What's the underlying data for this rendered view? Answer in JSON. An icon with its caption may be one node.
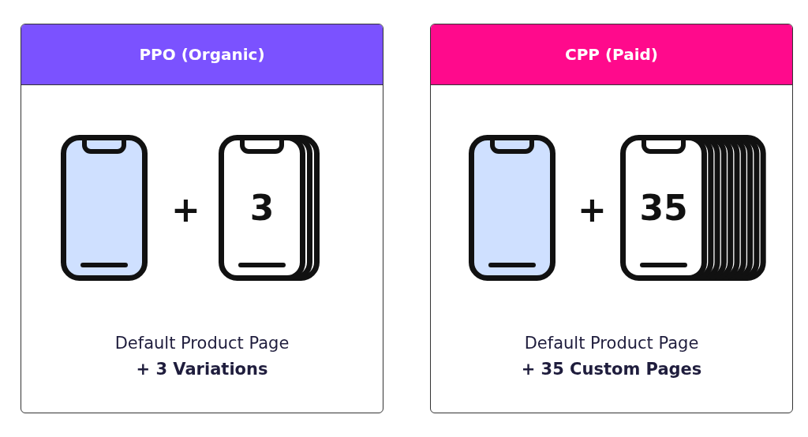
{
  "diagram": {
    "nodes": [
      {
        "text": [
          "PPO (Organic)",
          "Default Product Page **+ 3 Variations**"
        ]
      },
      {
        "text": [],
        "shape": "phone",
        "in": 0
      },
      {
        "text": [
          "3"
        ],
        "in": 0
      },
      {
        "text": [
          "CPP (Paid)",
          "Default Product Page **+ 35 Custom Pages**"
        ]
      },
      {
        "text": [],
        "shape": "phone",
        "in": 3
      },
      {
        "text": [
          "35"
        ],
        "in": 3
      }
    ],
    "labels": [
      "+",
      "+"
    ]
  }
}
